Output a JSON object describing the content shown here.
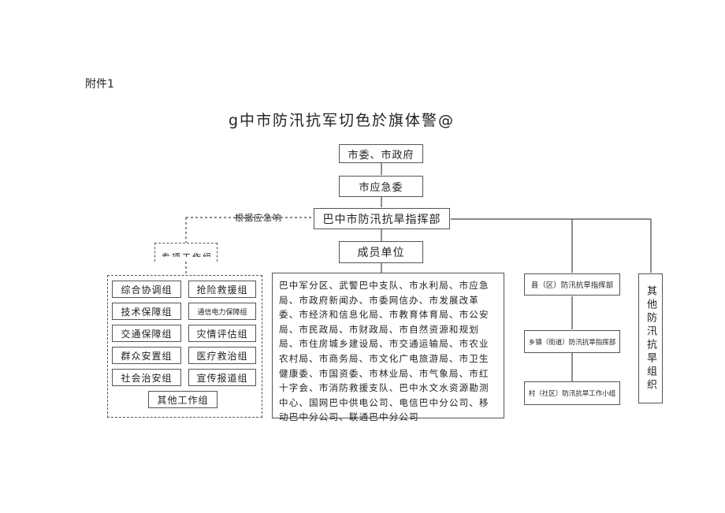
{
  "header": {
    "attachment": "附件1",
    "title": "g中市防汛抗军切色於旗体警@"
  },
  "nodes": {
    "party_gov": "市委、市政府",
    "emergency_committee": "市应急委",
    "hq": "巴中市防汛抗旱指挥部",
    "response_label": "根据应急响",
    "working_groups_label": "专项工作组",
    "member_units": "成员单位"
  },
  "groups": [
    [
      "综合协调组",
      "抢险救援组"
    ],
    [
      "技术保障组",
      "通信电力保障组"
    ],
    [
      "交通保障组",
      "灾情评估组"
    ],
    [
      "群众安置组",
      "医疗救治组"
    ],
    [
      "社会治安组",
      "宣传报道组"
    ]
  ],
  "other_groups": "其他工作组",
  "members_text": "巴中军分区、武警巴中支队、市水利局、市应急局、市政府新闻办、市委网信办、市发展改革委、市经济和信息化局、市教育体育局、市公安局、市民政局、市财政局、市自然资源和规划局、市住房城乡建设局、市交通运输局、市农业农村局、市商务局、市文化广电旅游局、市卫生健康委、市国资委、市林业局、市气象局、市红十字会、市消防救援支队、巴中水文水资源勘测中心、国网巴中供电公司、电信巴中分公司、移动巴中分公司、联通巴中分公司",
  "right": {
    "county": "县（区）防汛抗旱指挥部",
    "town": "乡镇（街道）防汛抗旱指挥部",
    "village": "村（社区）防汛抗旱工作小组",
    "other_orgs": "其他防汛抗旱组织"
  }
}
